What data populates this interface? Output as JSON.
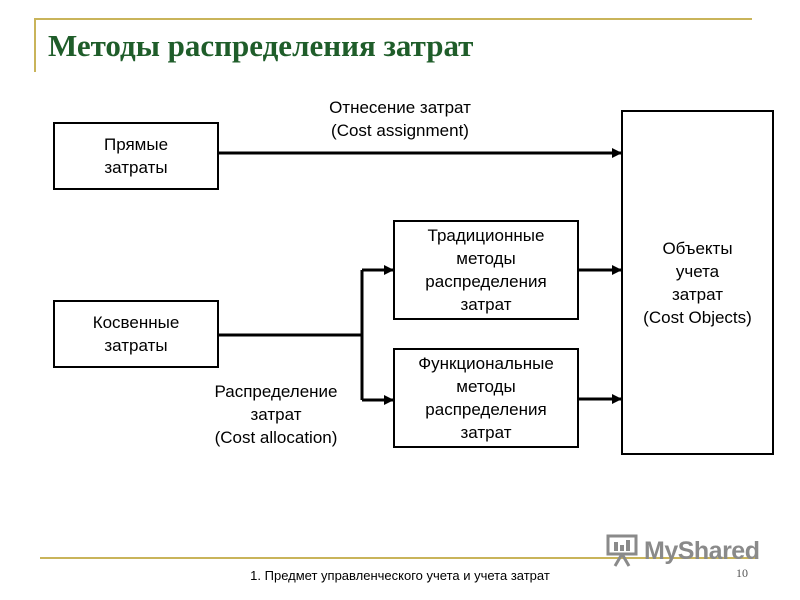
{
  "title": "Методы распределения затрат",
  "boxes": {
    "direct": [
      "Прямые",
      "затраты"
    ],
    "indirect": [
      "Косвенные",
      "затраты"
    ],
    "traditional": [
      "Традиционные",
      "методы",
      "распределения",
      "затрат"
    ],
    "functional": [
      "Функциональные",
      "методы",
      "распределения",
      "затрат"
    ],
    "objects": [
      "Объекты",
      "учета",
      "затрат",
      "(Cost Objects)"
    ]
  },
  "labels": {
    "assignment": [
      "Отнесение затрат",
      "(Cost assignment)"
    ],
    "allocation": [
      "Распределение",
      "затрат",
      "(Cost allocation)"
    ]
  },
  "footer": {
    "text": "1. Предмет управленческого учета и учета затрат",
    "page": "10"
  },
  "logo": {
    "text": "MyShared"
  },
  "colors": {
    "title": "#1f5d2a",
    "decor": "#c9b45a"
  }
}
